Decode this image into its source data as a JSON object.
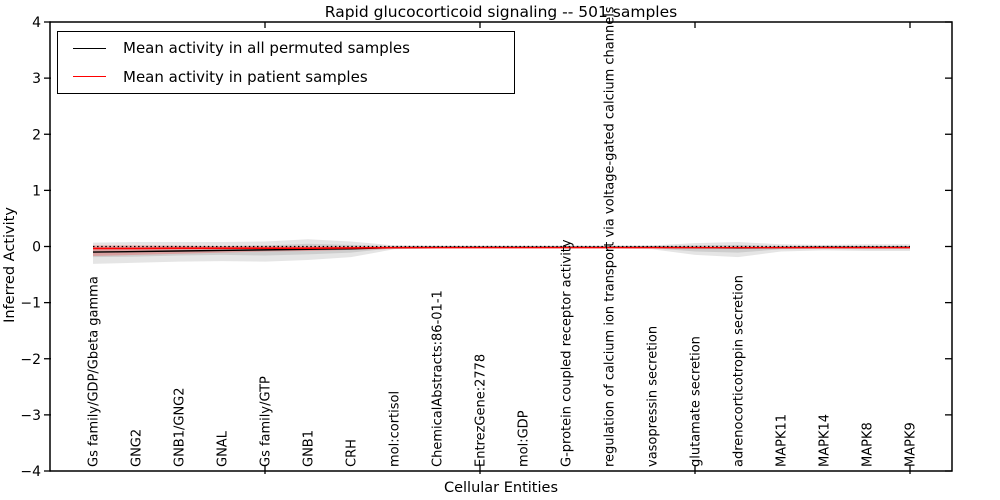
{
  "title": "Rapid glucocorticoid signaling -- 501 samples",
  "legend": {
    "items": [
      {
        "label": "Mean activity in all permuted samples",
        "color": "#000000"
      },
      {
        "label": "Mean activity in patient samples",
        "color": "#ff0000"
      }
    ]
  },
  "chart_data": {
    "type": "line",
    "title": "Rapid glucocorticoid signaling -- 501 samples",
    "xlabel": "Cellular Entities",
    "ylabel": "Inferred Activity",
    "ylim": [
      -4,
      4
    ],
    "yticks": [
      -4,
      -3,
      -2,
      -1,
      0,
      1,
      2,
      3,
      4
    ],
    "xtick_category_numbers": [
      5,
      10,
      15,
      20
    ],
    "grid": false,
    "legend_position": "upper left",
    "categories": [
      "Gs family/GDP/Gbeta gamma",
      "GNG2",
      "GNB1/GNG2",
      "GNAL",
      "Gs family/GTP",
      "GNB1",
      "CRH",
      "mol:cortisol",
      "ChemicalAbstracts:86-01-1",
      "EntrezGene:2778",
      "mol:GDP",
      "G-protein coupled receptor activity",
      "regulation of calcium ion transport via voltage-gated calcium channels",
      "vasopressin secretion",
      "glutamate secretion",
      "adrenocorticotropin secretion",
      "MAPK11",
      "MAPK14",
      "MAPK8",
      "MAPK9"
    ],
    "series": [
      {
        "name": "Mean activity in all permuted samples",
        "color": "#000000",
        "style": "solid",
        "width": 1.4,
        "values": [
          -0.1,
          -0.09,
          -0.08,
          -0.07,
          -0.06,
          -0.05,
          -0.04,
          -0.02,
          -0.015,
          -0.015,
          -0.015,
          -0.015,
          -0.015,
          -0.015,
          -0.02,
          -0.025,
          -0.02,
          -0.015,
          -0.015,
          -0.015
        ]
      },
      {
        "name": "Mean activity in patient samples",
        "color": "#ff0000",
        "style": "solid",
        "width": 1.6,
        "values": [
          -0.035,
          -0.035,
          -0.03,
          -0.03,
          -0.03,
          -0.03,
          -0.025,
          -0.02,
          -0.02,
          -0.02,
          -0.02,
          -0.02,
          -0.02,
          -0.02,
          -0.02,
          -0.02,
          -0.02,
          -0.02,
          -0.02,
          -0.02
        ]
      }
    ],
    "bands": [
      {
        "name": "permuted-confidence-outer",
        "color": "rgba(0,0,0,0.10)",
        "upper": [
          0.07,
          0.08,
          0.08,
          0.08,
          0.09,
          0.13,
          0.09,
          0.02,
          0.015,
          0.015,
          0.015,
          0.015,
          0.015,
          0.02,
          0.06,
          0.08,
          0.04,
          0.03,
          0.04,
          0.04
        ],
        "lower": [
          -0.31,
          -0.29,
          -0.27,
          -0.26,
          -0.27,
          -0.24,
          -0.19,
          -0.05,
          -0.035,
          -0.035,
          -0.035,
          -0.035,
          -0.035,
          -0.05,
          -0.15,
          -0.19,
          -0.09,
          -0.07,
          -0.08,
          -0.08
        ]
      },
      {
        "name": "permuted-confidence-inner",
        "color": "rgba(0,0,0,0.10)",
        "upper": [
          0.0,
          0.0,
          0.01,
          0.01,
          0.02,
          0.05,
          0.03,
          0.005,
          0.0,
          0.0,
          0.0,
          0.0,
          0.0,
          0.005,
          0.02,
          0.03,
          0.01,
          0.01,
          0.01,
          0.01
        ],
        "lower": [
          -0.19,
          -0.18,
          -0.16,
          -0.15,
          -0.16,
          -0.14,
          -0.11,
          -0.03,
          -0.02,
          -0.02,
          -0.02,
          -0.02,
          -0.02,
          -0.03,
          -0.09,
          -0.11,
          -0.05,
          -0.04,
          -0.05,
          -0.05
        ]
      },
      {
        "name": "patient-confidence",
        "color": "rgba(255,0,0,0.22)",
        "upper": [
          0.02,
          0.02,
          0.015,
          0.01,
          0.01,
          0.005,
          0.0,
          -0.005,
          -0.01,
          -0.01,
          -0.01,
          -0.01,
          -0.01,
          -0.01,
          -0.01,
          -0.01,
          -0.01,
          -0.01,
          -0.01,
          -0.01
        ],
        "lower": [
          -0.17,
          -0.15,
          -0.13,
          -0.11,
          -0.09,
          -0.08,
          -0.06,
          -0.045,
          -0.035,
          -0.03,
          -0.03,
          -0.03,
          -0.03,
          -0.03,
          -0.03,
          -0.03,
          -0.03,
          -0.03,
          -0.03,
          -0.03
        ]
      }
    ],
    "zero_line": {
      "y": 0,
      "color": "#000000",
      "style": "dotted"
    }
  }
}
